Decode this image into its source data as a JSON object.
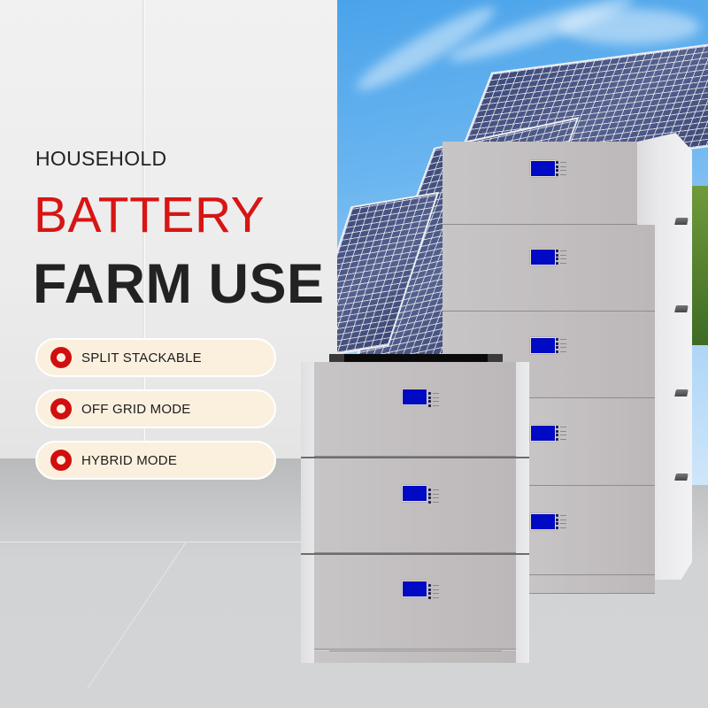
{
  "headline": {
    "eyebrow": "HOUSEHOLD",
    "title_line1": "BATTERY",
    "title_line2": "FARM USE"
  },
  "features": [
    {
      "label": "SPLIT STACKABLE",
      "icon": "red-ring-bullet-icon"
    },
    {
      "label": "OFF GRID MODE",
      "icon": "red-ring-bullet-icon"
    },
    {
      "label": "HYBRID MODE",
      "icon": "red-ring-bullet-icon"
    }
  ],
  "product_image": {
    "front_stack_modules": 3,
    "back_stack_modules": 5,
    "lcd_color": "#0009c4"
  },
  "colors": {
    "accent_red": "#d81514",
    "title_dark": "#222222",
    "pill_bg": "#fbf0de",
    "wall_bg": "#efefef",
    "floor_bg": "#d3d4d6"
  }
}
